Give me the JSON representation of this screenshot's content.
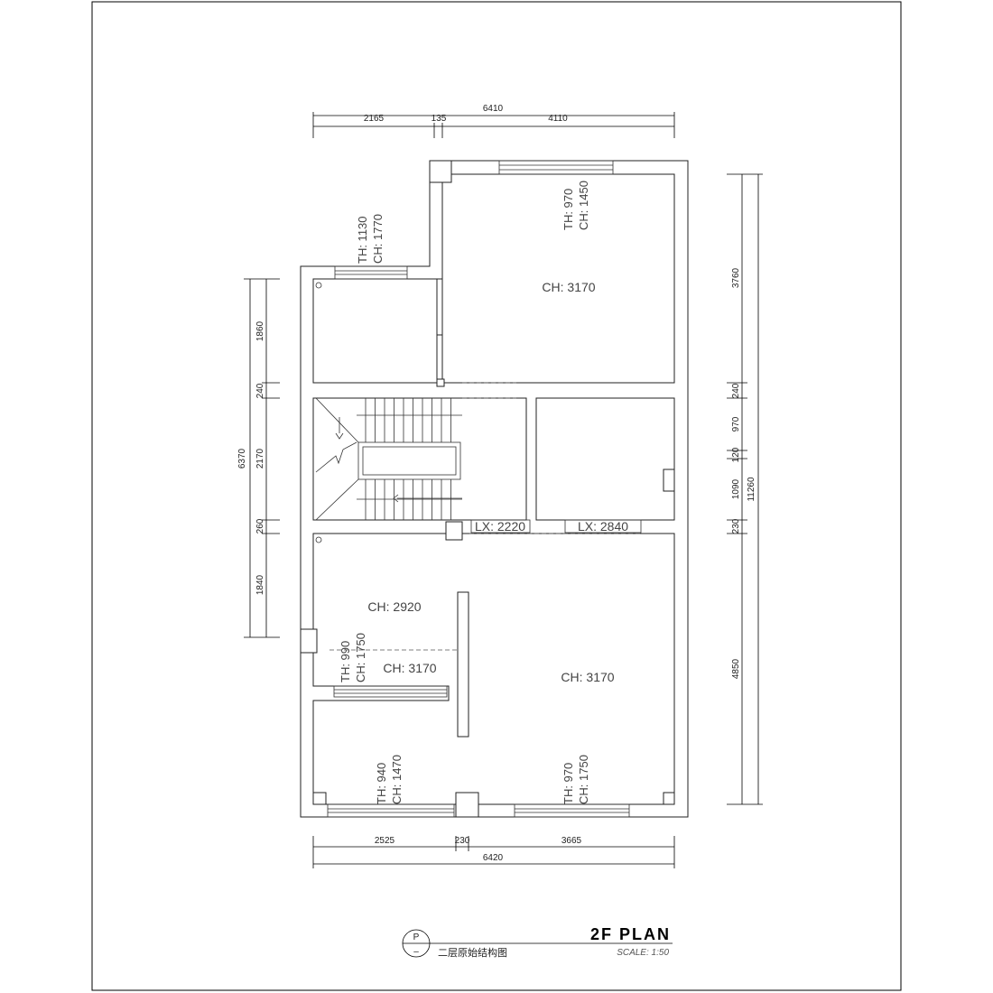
{
  "title_block": {
    "plan_title": "2F PLAN",
    "scale": "SCALE: 1:50",
    "subtitle_cn": "二层原始结构图",
    "symbol_top": "P",
    "symbol_bottom": "–"
  },
  "dimensions": {
    "top_overall": "6410",
    "top_segments": [
      "2165",
      "135",
      "4110"
    ],
    "bottom_segments": [
      "2525",
      "230",
      "3665"
    ],
    "bottom_overall": "6420",
    "left_overall": "6370",
    "left_segments": [
      "1860",
      "240",
      "2170",
      "260",
      "1840"
    ],
    "right_overall": "11260",
    "right_segments": [
      "3760",
      "240",
      "970",
      "120",
      "1090",
      "230",
      "4850"
    ]
  },
  "rooms": {
    "upper_right": "CH: 3170",
    "lower_left": "CH: 2920",
    "lower_left_small": "CH: 3170",
    "lower_right": "CH: 3170"
  },
  "windows": {
    "top_right": [
      "TH: 970",
      "CH: 1450"
    ],
    "upper_left": [
      "TH: 1130",
      "CH: 1770"
    ],
    "inner_left": [
      "TH: 990",
      "CH: 1750"
    ],
    "bottom_left": [
      "TH: 940",
      "CH: 1470"
    ],
    "bottom_right": [
      "TH: 970",
      "CH: 1750"
    ]
  },
  "beams": [
    "LX: 2220",
    "LX: 2840"
  ]
}
